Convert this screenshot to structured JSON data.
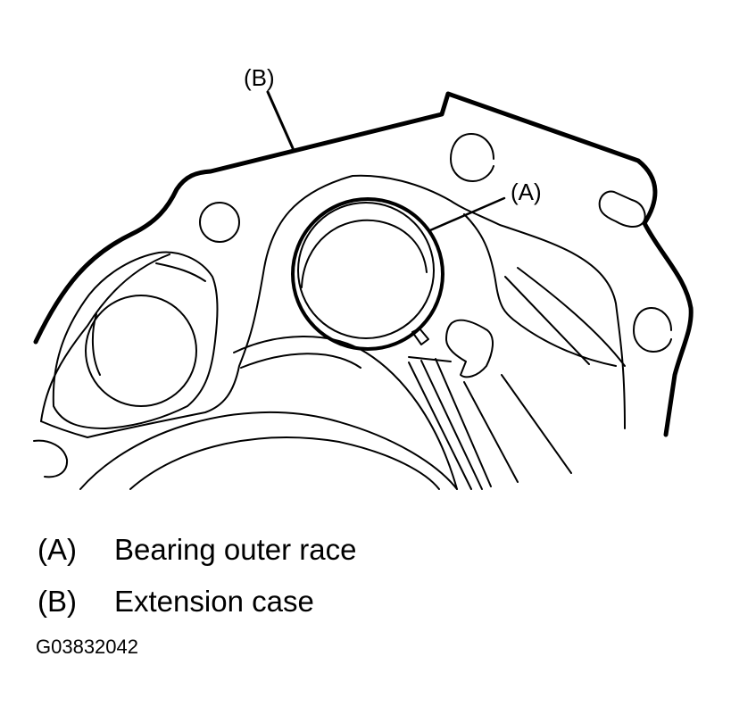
{
  "diagram": {
    "callouts": {
      "a": "(A)",
      "b": "(B)"
    },
    "legend": [
      {
        "key": "(A)",
        "text": "Bearing outer race"
      },
      {
        "key": "(B)",
        "text": "Extension case"
      }
    ],
    "figure_code": "G03832042"
  },
  "colors": {
    "ink": "#000000",
    "background": "#ffffff"
  }
}
